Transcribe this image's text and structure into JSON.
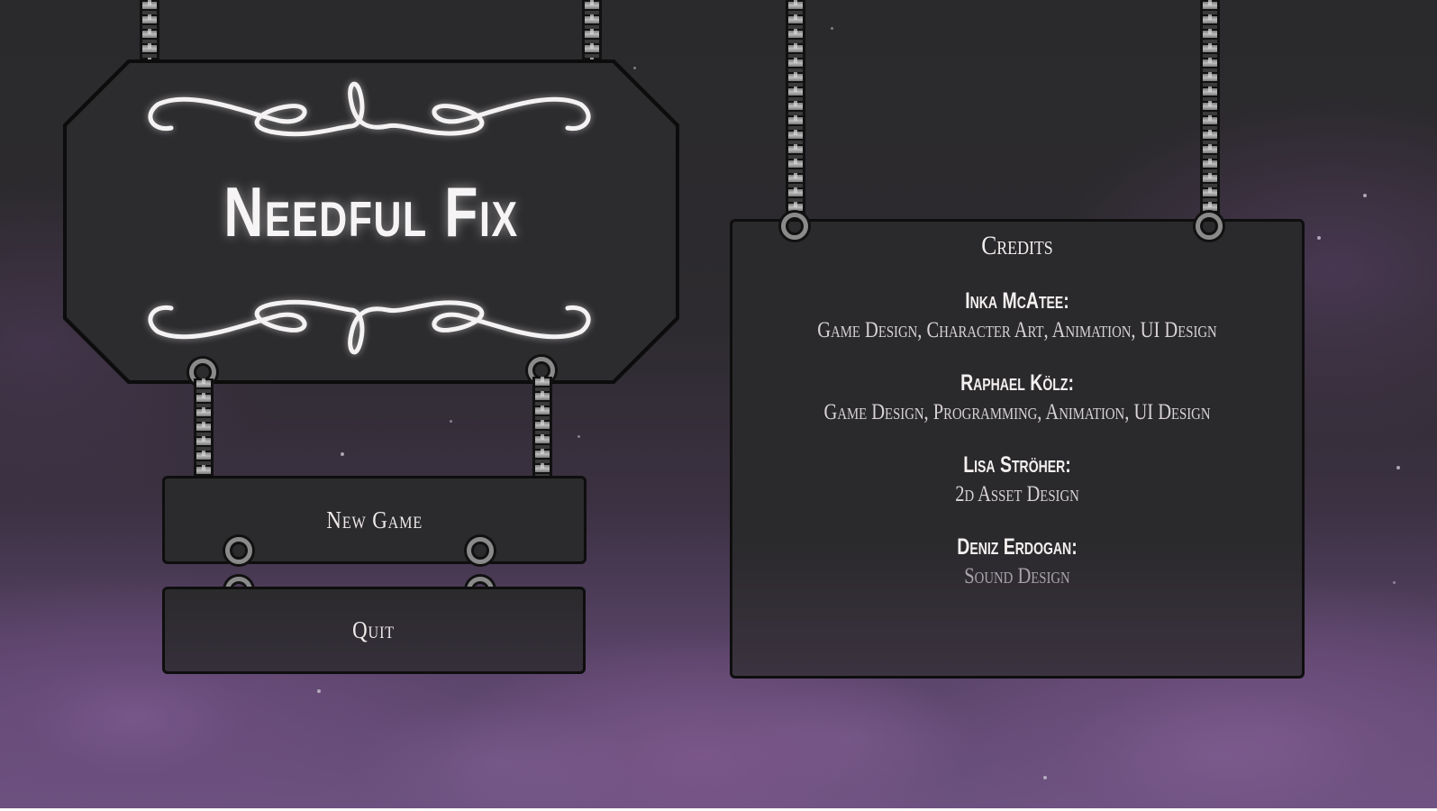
{
  "game": {
    "title": "Needful Fix"
  },
  "menu": {
    "items": [
      {
        "label": "New Game"
      },
      {
        "label": "Quit"
      }
    ]
  },
  "credits": {
    "title": "Credits",
    "entries": [
      {
        "name": "Inka McAtee:",
        "roles": "Game Design, Character Art, Animation, UI Design"
      },
      {
        "name": "Raphael Kölz:",
        "roles": "Game Design, Programming, Animation, UI Design"
      },
      {
        "name": "Lisa Ströher:",
        "roles": "2d Asset Design"
      },
      {
        "name": "Deniz Erdogan:",
        "roles": "Sound Design"
      }
    ]
  },
  "icons": {
    "chain": "chain-icon",
    "ring": "ring-icon",
    "flourish": "flourish-ornament"
  },
  "colors": {
    "board": "#2c2b2d",
    "border": "#0e0e0e",
    "text": "#f2eeee",
    "fog": "#6c5280",
    "sky": "#2a292b"
  }
}
